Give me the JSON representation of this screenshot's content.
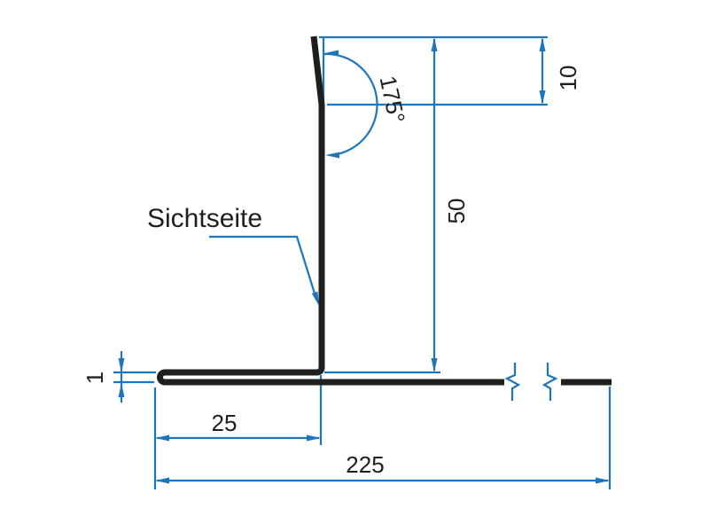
{
  "annotations": {
    "visible_side_label": "Sichtseite"
  },
  "dimensions": {
    "bend_angle": "175°",
    "top_segment_height": "10",
    "leg_height": "50",
    "material_thickness": "1",
    "hem_width": "25",
    "total_base_width": "225"
  },
  "colors": {
    "dimension_blue": "#1d76bc",
    "profile_black": "#1f1f1d",
    "background": "#ffffff"
  }
}
